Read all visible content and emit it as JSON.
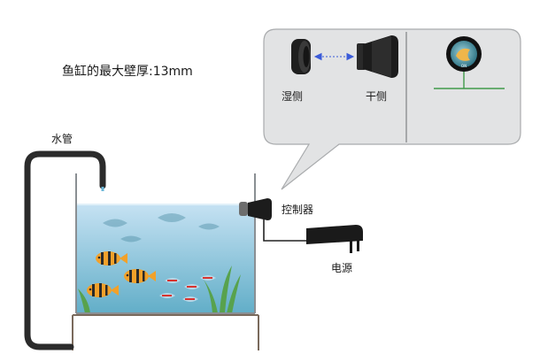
{
  "title": "鱼缸的最大壁厚:13mm",
  "labels": {
    "water_pipe": "水管",
    "controller": "控制器",
    "power": "电源",
    "wet_side": "湿侧",
    "dry_side": "干侧"
  },
  "colors": {
    "callout_fill": "#e2e3e4",
    "callout_border": "#a9abad",
    "pipe": "#2b2b2b",
    "water_top": "#c6e2f3",
    "water_bottom": "#62aec8",
    "glass": "#8a8f93",
    "stand": "#7a6a5c",
    "sensor_green": "#3f9a4a",
    "arrow_blue": "#3b5bd9",
    "fish_orange": "#f2a12a",
    "fish_stripe": "#2a2a2a",
    "tetra_red": "#d8342f",
    "plant": "#58a24d"
  },
  "icons": [
    "wet-side-sensor-icon",
    "dry-side-sensor-icon",
    "sensor-sticker-icon",
    "controller-unit-icon",
    "power-adapter-icon",
    "fish-icon",
    "plant-icon"
  ]
}
